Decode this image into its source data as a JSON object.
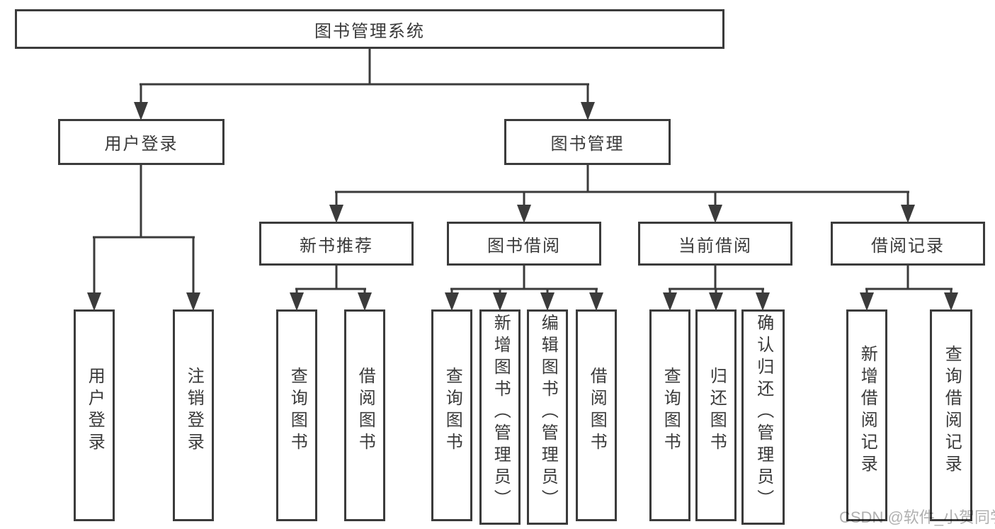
{
  "colors": {
    "line": "#3b3b3b",
    "text": "#3a3a3a",
    "watermark": "#b0b0b0",
    "background": "#ffffff"
  },
  "watermark": "CSDN @软件_小贺同学",
  "diagram": {
    "root": "图书管理系统",
    "level2": {
      "user_login": "用户登录",
      "book_mgmt": "图书管理"
    },
    "level3": {
      "new_books": "新书推荐",
      "book_borrow": "图书借阅",
      "current_borrow": "当前借阅",
      "borrow_records": "借阅记录"
    },
    "level4": {
      "user_login": [
        "用户登录",
        "注销登录"
      ],
      "new_books": [
        "查询图书",
        "借阅图书"
      ],
      "book_borrow": [
        "查询图书",
        "新增图书（管理员）",
        "编辑图书（管理员）",
        "借阅图书"
      ],
      "current_borrow": [
        "查询图书",
        "归还图书",
        "确认归还（管理员）"
      ],
      "borrow_records": [
        "新增借阅记录",
        "查询借阅记录"
      ]
    }
  }
}
